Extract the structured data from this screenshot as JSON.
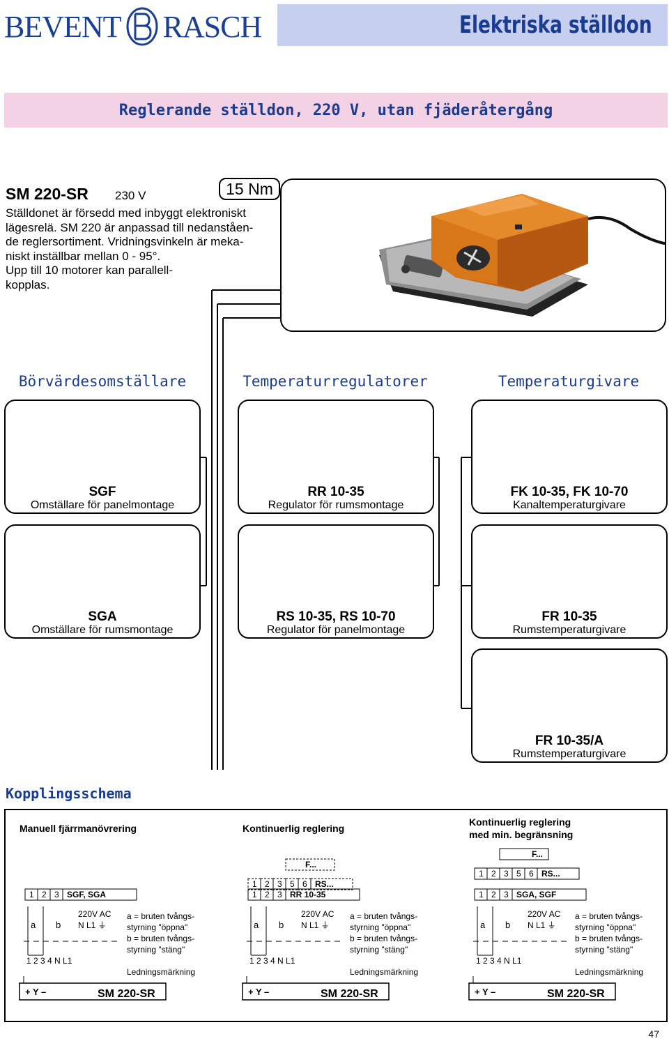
{
  "header": {
    "logo_left": "BEVENT",
    "logo_right": "RASCH",
    "title": "Elektriska ställdon",
    "subtitle": "Reglerande ställdon, 220 V, utan fjäderåtergång"
  },
  "product": {
    "name": "SM 220-SR",
    "voltage": "230 V",
    "torque": "15 Nm",
    "description": "Ställdonet är försedd med inbyggt elektroniskt\nlägesrelä. SM 220 är anpassad till nedanståen-\nde reglersortiment. Vridningsvinkeln är meka-\nniskt inställbar mellan 0 - 95°.\nUpp till 10 motorer kan parallell-\nkopplas."
  },
  "categories": [
    "Börvärdesomställare",
    "Temperaturregulatorer",
    "Temperaturgivare"
  ],
  "boxes": [
    {
      "name": "SGF",
      "desc": "Omställare för panelmontage"
    },
    {
      "name": "RR 10-35",
      "desc": "Regulator för rumsmontage"
    },
    {
      "name": "FK 10-35, FK 10-70",
      "desc": "Kanaltemperaturgivare"
    },
    {
      "name": "SGA",
      "desc": "Omställare för rumsmontage"
    },
    {
      "name": "RS 10-35, RS 10-70",
      "desc": "Regulator för panelmontage"
    },
    {
      "name": "FR 10-35",
      "desc": "Rumstemperaturgivare"
    },
    {
      "name": "FR 10-35/A",
      "desc": "Rumstemperaturgivare"
    }
  ],
  "wiring": {
    "title": "Kopplingsschema",
    "columns": [
      {
        "heading": "Manuell fjärrmanövrering",
        "device_label": "SGF, SGA",
        "device_terminals": [
          "1",
          "2",
          "3"
        ],
        "upper_label": "",
        "upper_terminals": []
      },
      {
        "heading": "Kontinuerlig reglering",
        "device_label": "RR 10-35",
        "device_terminals": [
          "1",
          "2",
          "3"
        ],
        "upper_label": "RS...",
        "upper_terminals": [
          "1",
          "2",
          "3",
          "5",
          "6"
        ],
        "top_label": "F..."
      },
      {
        "heading": "Kontinuerlig reglering\nmed min. begränsning",
        "device_label": "SGA, SGF",
        "device_terminals": [
          "1",
          "2",
          "3"
        ],
        "upper_label": "RS...",
        "upper_terminals": [
          "1",
          "2",
          "3",
          "5",
          "6"
        ],
        "top_label": "F..."
      }
    ],
    "supply": "220V AC",
    "supply_terminals": [
      "N",
      "L1"
    ],
    "switch_labels": [
      "a",
      "b"
    ],
    "motor_terminals": [
      "1",
      "2",
      "3",
      "4",
      "N",
      "L1"
    ],
    "legend_a1": "a = bruten tvångs-",
    "legend_a2": "styrning \"öppna\"",
    "legend_b1": "b = bruten tvångs-",
    "legend_b2": "styrning \"stäng\"",
    "wire_marking": "Ledningsmärkning",
    "signal_label": "+ Y –",
    "motor_label": "SM 220-SR"
  },
  "page_number": "47",
  "colors": {
    "brand_blue": "#1a3c8f",
    "title_bg": "#c7cff0",
    "subtitle_bg": "#f3d2e6",
    "actuator_orange": "#d8761a"
  }
}
